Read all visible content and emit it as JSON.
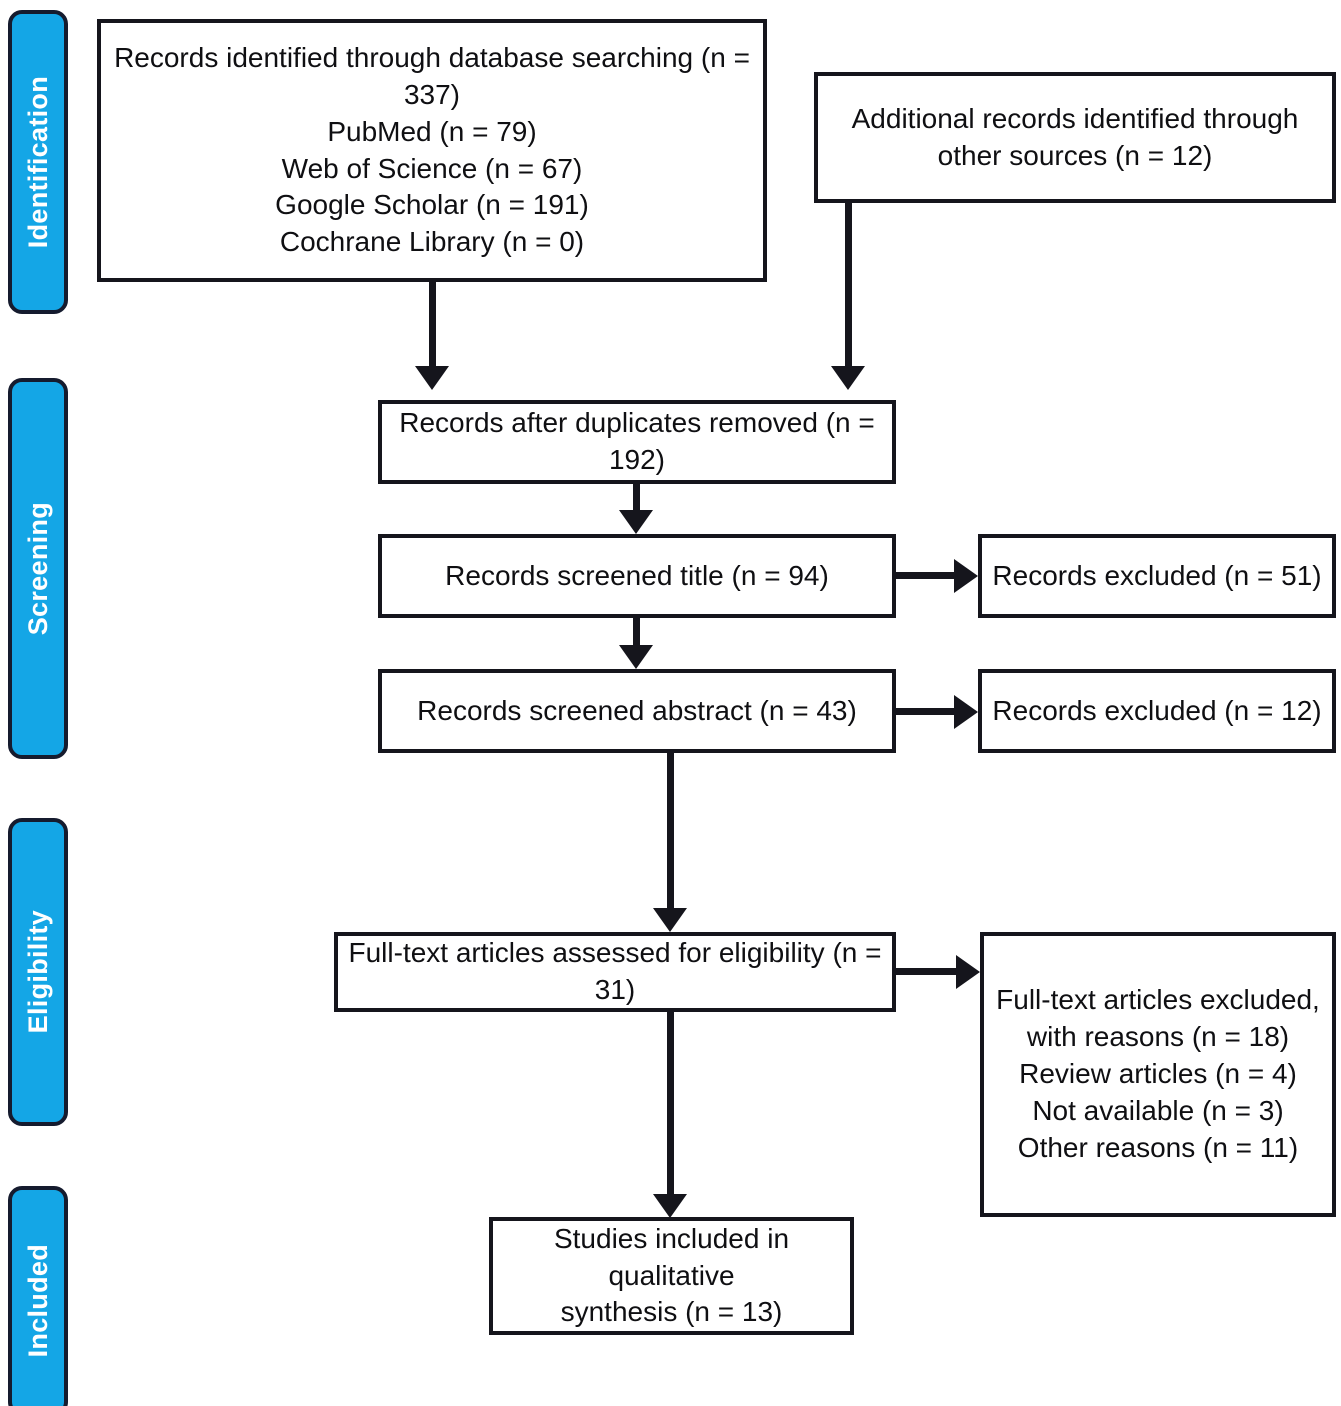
{
  "diagram": {
    "type": "prisma-flow-diagram",
    "accent_color": "#14A6E6",
    "border_color": "#15151C",
    "background_color": "#FFFFFF",
    "label_text_color": "#FFFFFF",
    "box_text_color": "#0F0F12"
  },
  "stages": [
    {
      "id": "identification",
      "label": "Identification"
    },
    {
      "id": "screening",
      "label": "Screening"
    },
    {
      "id": "eligibility",
      "label": "Eligibility"
    },
    {
      "id": "included",
      "label": "Included"
    }
  ],
  "boxes": {
    "database_search": {
      "text": "Records identified through database searching (n = 337)\nPubMed (n = 79)\nWeb of Science (n = 67)\nGoogle Scholar (n = 191)\nCochrane Library (n = 0)",
      "lines": [
        "Records identified through database searching (n = 337)",
        "PubMed (n = 79)",
        "Web of Science (n = 67)",
        "Google Scholar (n = 191)",
        "Cochrane Library (n = 0)"
      ],
      "total": 337,
      "sources": [
        {
          "name": "PubMed",
          "n": 79
        },
        {
          "name": "Web of Science",
          "n": 67
        },
        {
          "name": "Google Scholar",
          "n": 191
        },
        {
          "name": "Cochrane Library",
          "n": 0
        }
      ]
    },
    "other_sources": {
      "text": "Additional records identified through\nother sources (n = 12)",
      "n": 12
    },
    "duplicates_removed": {
      "text": "Records after duplicates removed (n = 192)",
      "n": 192
    },
    "screened_title": {
      "text": "Records screened title (n = 94)",
      "n": 94
    },
    "excluded_title": {
      "text": "Records excluded (n = 51)",
      "n": 51
    },
    "screened_abstract": {
      "text": "Records screened abstract (n = 43)",
      "n": 43
    },
    "excluded_abstract": {
      "text": "Records excluded (n = 12)",
      "n": 12
    },
    "fulltext_assessed": {
      "text": "Full-text articles assessed for eligibility (n = 31)",
      "n": 31
    },
    "fulltext_excluded": {
      "text": "Full-text articles excluded,\nwith reasons (n = 18)\nReview articles (n = 4)\nNot available (n = 3)\nOther reasons (n = 11)",
      "n": 18,
      "reasons": [
        {
          "name": "Review articles",
          "n": 4
        },
        {
          "name": "Not available",
          "n": 3
        },
        {
          "name": "Other reasons",
          "n": 11
        }
      ]
    },
    "included_studies": {
      "text": "Studies included in qualitative\nsynthesis (n = 13)",
      "n": 13
    }
  }
}
